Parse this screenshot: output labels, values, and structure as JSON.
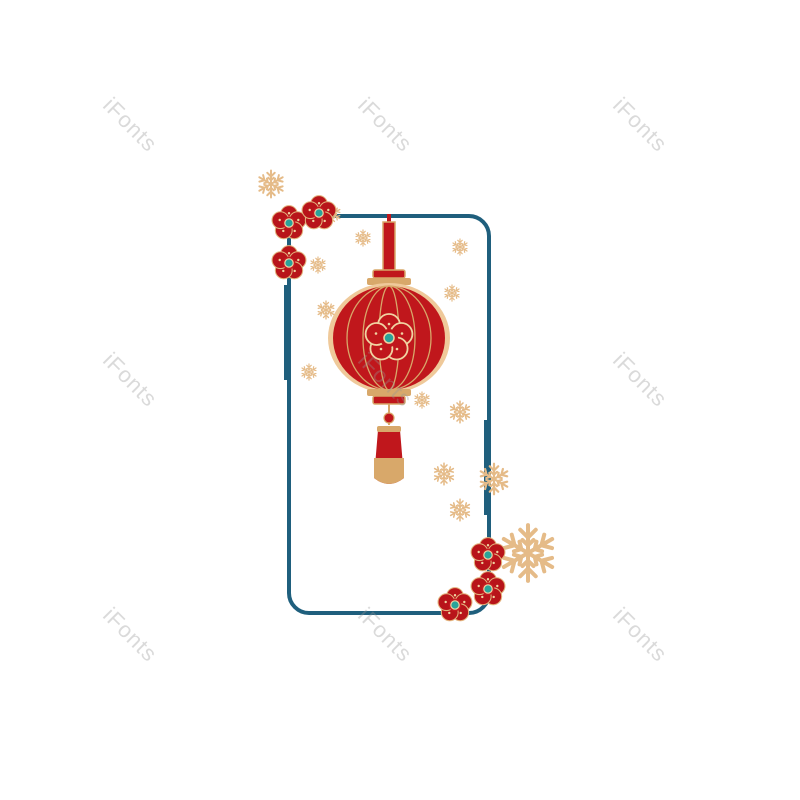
{
  "watermark": {
    "text": "iFonts",
    "items": [
      "iFonts",
      "iFonts",
      "iFonts",
      "iFonts",
      "iFonts",
      "iFonts",
      "iFonts",
      "iFonts",
      "iFonts"
    ]
  },
  "colors": {
    "frame": "#1f5f7d",
    "lantern_red": "#c0171c",
    "lantern_dark": "#9e1015",
    "gold": "#d8a86a",
    "light_gold": "#efc99a",
    "teal": "#2aa39a",
    "snow": "#e7be8c"
  },
  "icons": {
    "lantern": "lantern-icon",
    "plum_blossom": "plum-blossom-icon",
    "snowflake": "snowflake-icon"
  }
}
